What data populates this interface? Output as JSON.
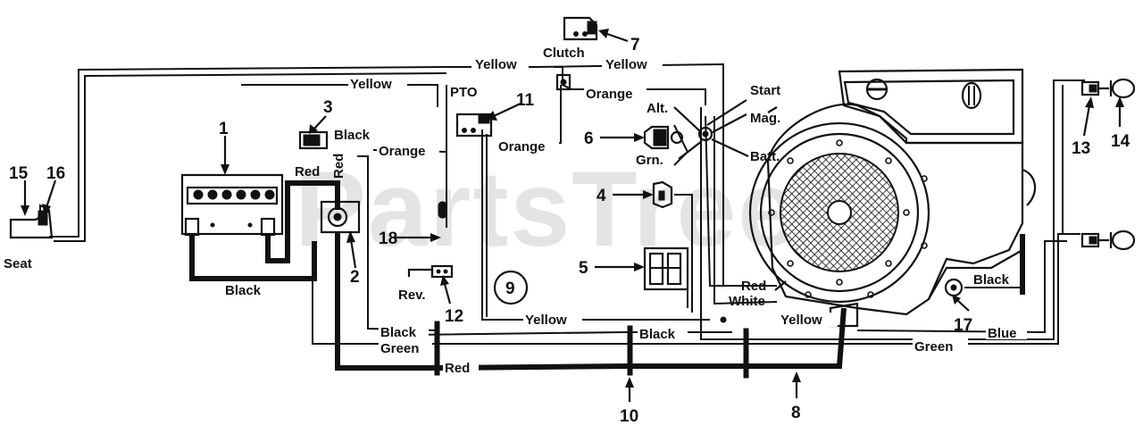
{
  "watermark": "PartsTree",
  "circled_ref": "9",
  "part_numbers": {
    "n1": "1",
    "n2": "2",
    "n3": "3",
    "n4": "4",
    "n5": "5",
    "n6": "6",
    "n7": "7",
    "n8": "8",
    "n10": "10",
    "n11": "11",
    "n12": "12",
    "n13": "13",
    "n14": "14",
    "n15": "15",
    "n16": "16",
    "n17": "17",
    "n18": "18"
  },
  "labels": {
    "seat": "Seat",
    "clutch": "Clutch",
    "pto": "PTO",
    "rev": "Rev.",
    "start": "Start",
    "alt": "Alt.",
    "mag": "Mag.",
    "grn": "Grn.",
    "batt": "Batt."
  },
  "wire_labels": {
    "yellow_top_left": "Yellow",
    "yellow_top_right": "Yellow",
    "yellow_pto": "Yellow",
    "black_3": "Black",
    "red_vertical": "Red",
    "red_battery": "Red",
    "orange_left": "Orange",
    "orange_pto": "Orange",
    "orange_clutch": "Orange",
    "black_battery": "Black",
    "red_engine": "Red",
    "white_engine": "White",
    "yellow_bottom_mid": "Yellow",
    "yellow_bottom_right": "Yellow",
    "black_bottom_left": "Black",
    "black_bottom_mid": "Black",
    "green_left": "Green",
    "green_right": "Green",
    "blue": "Blue",
    "red_bottom": "Red",
    "black_17": "Black"
  }
}
